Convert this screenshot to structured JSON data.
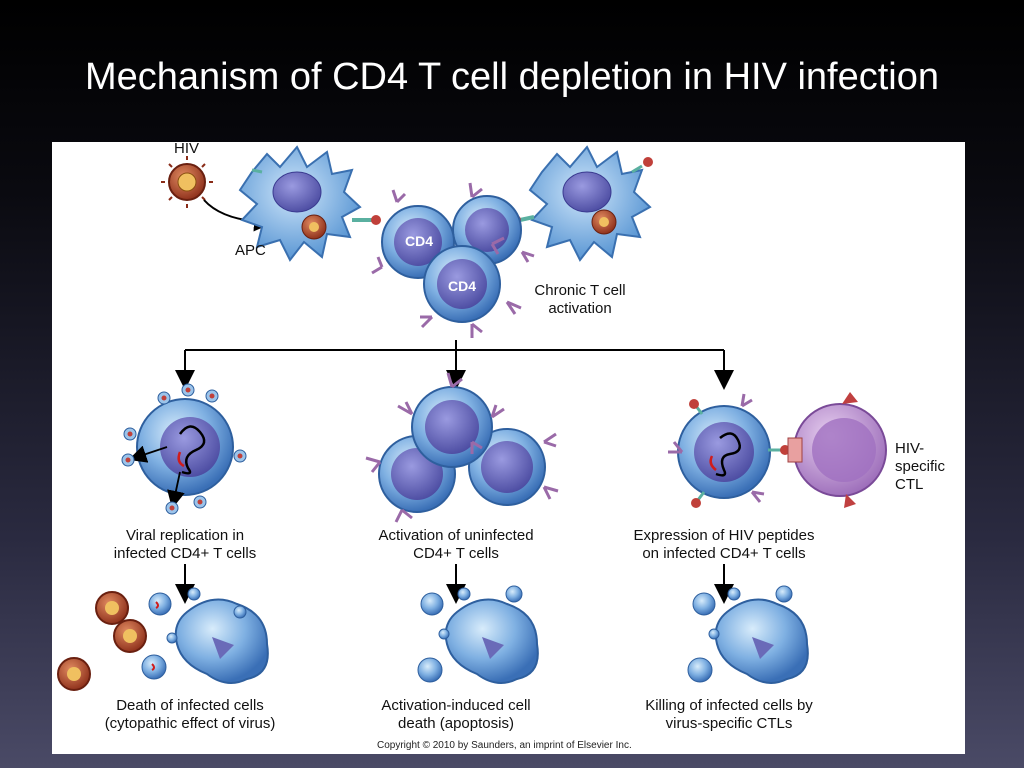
{
  "slide": {
    "title": "Mechanism of CD4 T cell depletion in HIV infection"
  },
  "figure": {
    "labels": {
      "hiv": "HIV",
      "apc": "APC",
      "cd4_a": "CD4",
      "cd4_b": "CD4",
      "chronic": "Chronic T cell activation",
      "ctl": "HIV-specific CTL"
    },
    "pathways": [
      {
        "mechanism": "Viral replication in infected CD4+ T cells",
        "outcome": "Death of infected cells (cytopathic effect of virus)"
      },
      {
        "mechanism": "Activation of uninfected CD4+ T cells",
        "outcome": "Activation-induced cell death (apoptosis)"
      },
      {
        "mechanism": "Expression of HIV peptides on infected CD4+ T cells",
        "outcome": "Killing of infected cells by virus-specific CTLs"
      }
    ],
    "copyright": "Copyright © 2010 by Saunders, an imprint of Elsevier Inc."
  },
  "colors": {
    "tcell": "#4a7fc4",
    "tcell_light": "#9cc4ea",
    "nucleus": "#5a5ab0",
    "apc": "#6aa8e0",
    "receptor": "#9a6aa8",
    "virus": "#b4452c",
    "ctl": "#a878c0",
    "arrow": "#000000"
  }
}
